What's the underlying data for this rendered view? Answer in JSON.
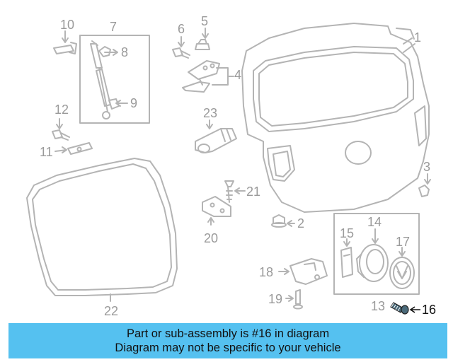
{
  "colors": {
    "line": "#b4b4b4",
    "label": "#9a9a9a",
    "highlight": "#111111",
    "highlight_part": "#4a6a7a",
    "banner_bg": "#55c1f0",
    "banner_text": "#111111"
  },
  "callouts": {
    "c1": "1",
    "c2": "2",
    "c3": "3",
    "c4": "4",
    "c5": "5",
    "c6": "6",
    "c7": "7",
    "c8": "8",
    "c9": "9",
    "c10": "10",
    "c11": "11",
    "c12": "12",
    "c13": "13",
    "c14": "14",
    "c15": "15",
    "c16": "16",
    "c17": "17",
    "c18": "18",
    "c19": "19",
    "c20": "20",
    "c21": "21",
    "c22": "22",
    "c23": "23"
  },
  "highlighted_part": "16",
  "banner": {
    "line1": "Part or sub-assembly is #16 in diagram",
    "line2": "Diagram may not be specific to your vehicle"
  }
}
